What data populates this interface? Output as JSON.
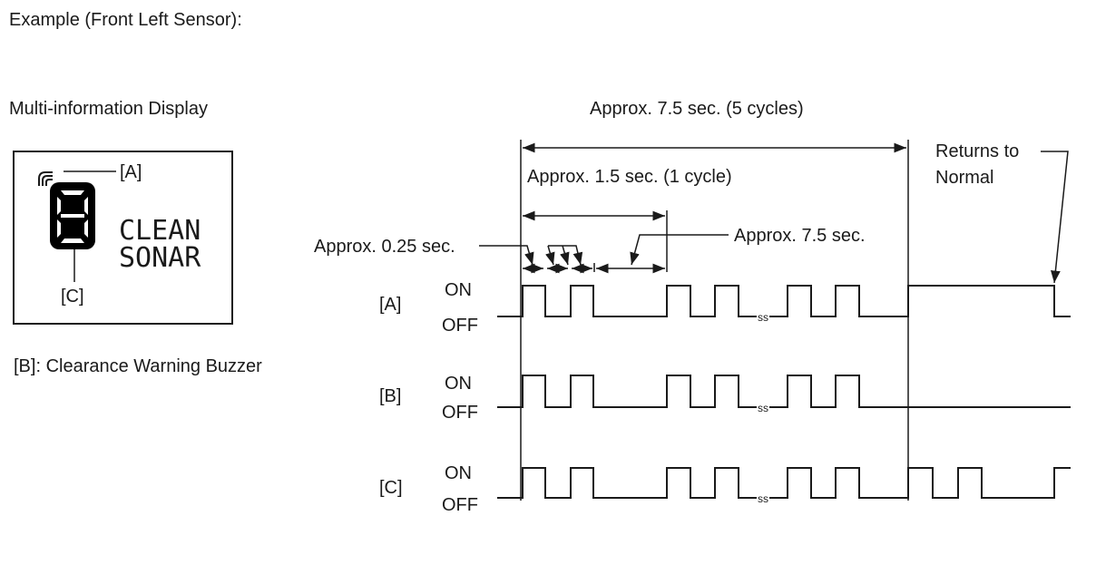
{
  "title": "Example (Front Left Sensor):",
  "display": {
    "heading": "Multi-information Display",
    "label_a": "[A]",
    "label_c": "[C]",
    "message_line1": "CLEAN",
    "message_line2": "SONAR",
    "icons": [
      "sonar-wave-icon",
      "seven-segment-sensor-icon"
    ]
  },
  "legend_b": "[B]: Clearance Warning Buzzer",
  "timing": {
    "total_label": "Approx. 7.5 sec. (5 cycles)",
    "cycle_label": "Approx. 1.5 sec. (1 cycle)",
    "pulse_label": "Approx. 0.25 sec.",
    "off_label": "Approx. 7.5 sec.",
    "returns_label_line1": "Returns to",
    "returns_label_line2": "Normal",
    "break_symbol": "ss"
  },
  "signals": [
    {
      "name": "[A]",
      "on": "ON",
      "off": "OFF"
    },
    {
      "name": "[B]",
      "on": "ON",
      "off": "OFF"
    },
    {
      "name": "[C]",
      "on": "ON",
      "off": "OFF"
    }
  ],
  "colors": {
    "line": "#1a1a1a",
    "background": "#ffffff"
  }
}
